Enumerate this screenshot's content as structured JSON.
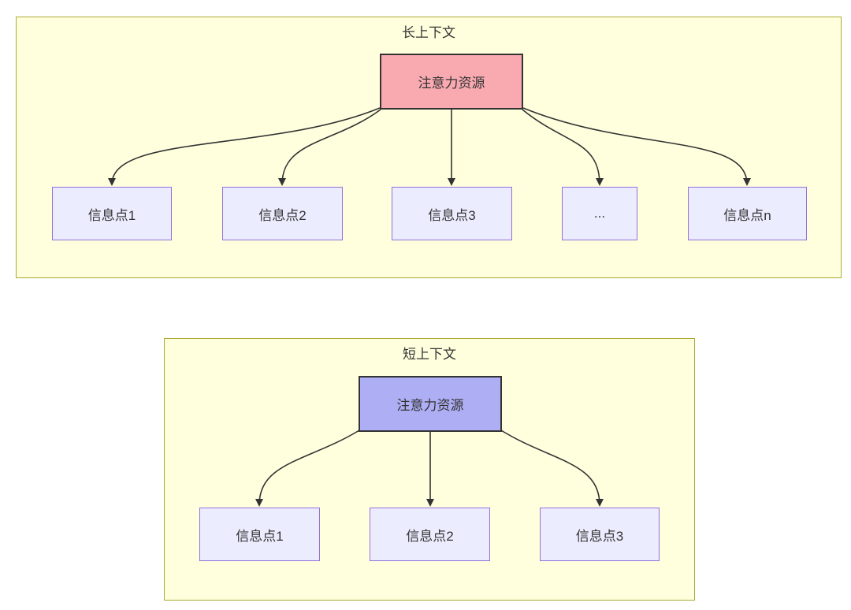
{
  "diagram": {
    "type": "flowchart",
    "clusters": [
      {
        "id": "long-context",
        "title": "长上下文",
        "source": {
          "label": "注意力资源",
          "fill": "#f9aab1"
        },
        "targets": [
          "信息点1",
          "信息点2",
          "信息点3",
          "...",
          "信息点n"
        ]
      },
      {
        "id": "short-context",
        "title": "短上下文",
        "source": {
          "label": "注意力资源",
          "fill": "#aeaef4"
        },
        "targets": [
          "信息点1",
          "信息点2",
          "信息点3"
        ]
      }
    ],
    "colors": {
      "cluster_fill": "#ffffde",
      "cluster_border": "#aaaa33",
      "node_fill": "#ececff",
      "node_border": "#9370db",
      "long_source_fill": "#f9aab1",
      "short_source_fill": "#aeaef4",
      "source_border": "#333333",
      "edge": "#333333",
      "text": "#333333"
    }
  }
}
